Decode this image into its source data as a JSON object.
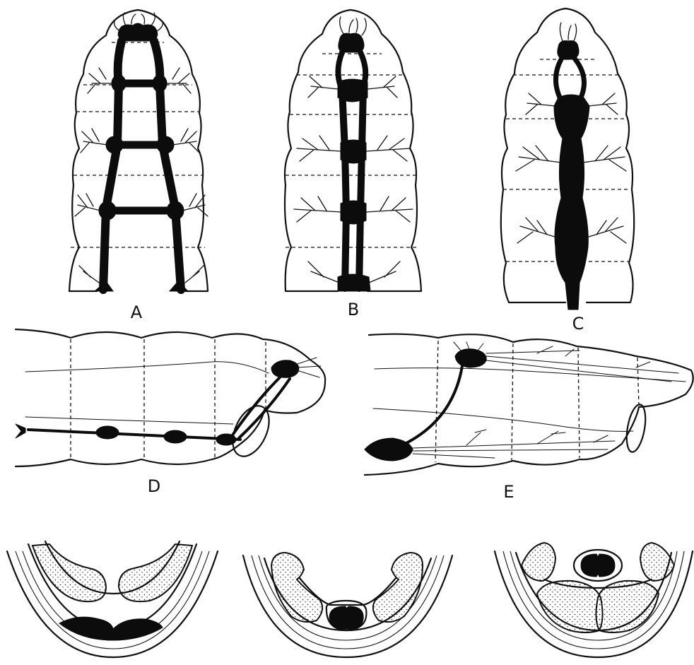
{
  "figure": {
    "panels": [
      {
        "id": "A",
        "label": "A"
      },
      {
        "id": "B",
        "label": "B"
      },
      {
        "id": "C",
        "label": "C"
      },
      {
        "id": "D",
        "label": "D"
      },
      {
        "id": "E",
        "label": "E"
      }
    ]
  },
  "colors": {
    "ink": "#0c0c0c",
    "paper": "#ffffff"
  }
}
